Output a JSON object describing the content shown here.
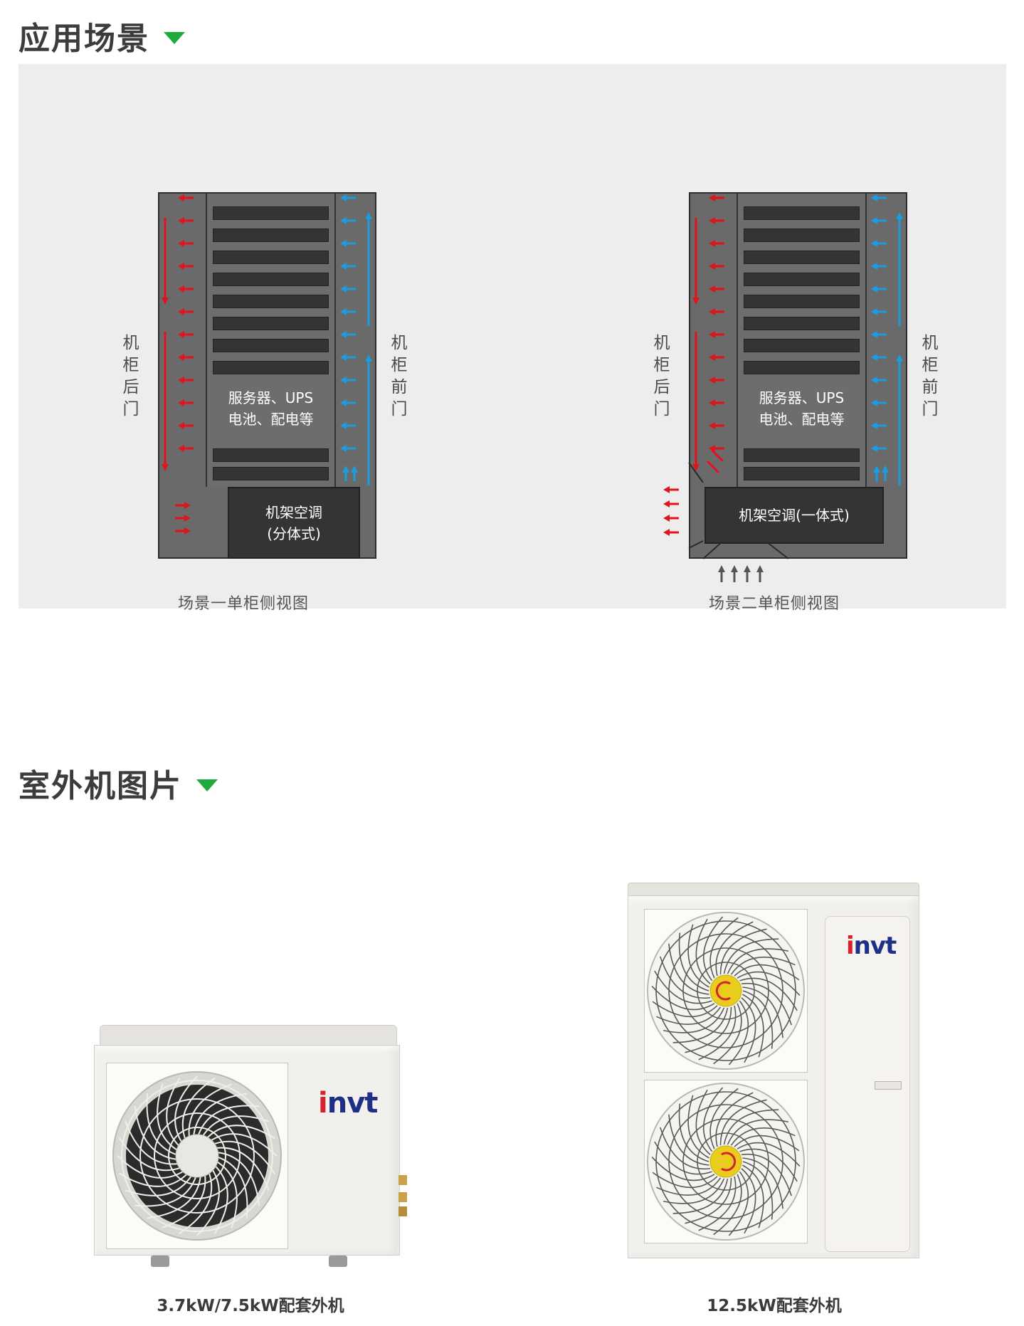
{
  "sections": {
    "scene_title": "应用场景",
    "outdoor_title": "室外机图片"
  },
  "scene1": {
    "rear_door": [
      "机",
      "柜",
      "后",
      "门"
    ],
    "front_door": [
      "机",
      "柜",
      "前",
      "门"
    ],
    "rack_line1": "服务器、UPS",
    "rack_line2": "电池、配电等",
    "ac_line1": "机架空调",
    "ac_line2": "(分体式)",
    "caption": "场景一单柜侧视图"
  },
  "scene2": {
    "rear_door": [
      "机",
      "柜",
      "后",
      "门"
    ],
    "front_door": [
      "机",
      "柜",
      "前",
      "门"
    ],
    "rack_line1": "服务器、UPS",
    "rack_line2": "电池、配电等",
    "ac_line1": "机架空调(一体式)",
    "caption": "场景二单柜侧视图"
  },
  "products": [
    {
      "logo": "invt",
      "caption": "3.7kW/7.5kW配套外机"
    },
    {
      "logo": "invt",
      "caption": "12.5kW配套外机"
    }
  ],
  "colors": {
    "accent_green": "#1faa3c",
    "hot_air_red": "#e0141e",
    "cold_air_blue": "#1a9de0",
    "logo_blue": "#1d2f86"
  },
  "icons": {
    "section_marker": "triangle-down-icon",
    "hot_arrow": "arrow-left-icon",
    "cold_arrow": "arrow-left-icon",
    "intake_arrow": "arrow-up-icon"
  }
}
